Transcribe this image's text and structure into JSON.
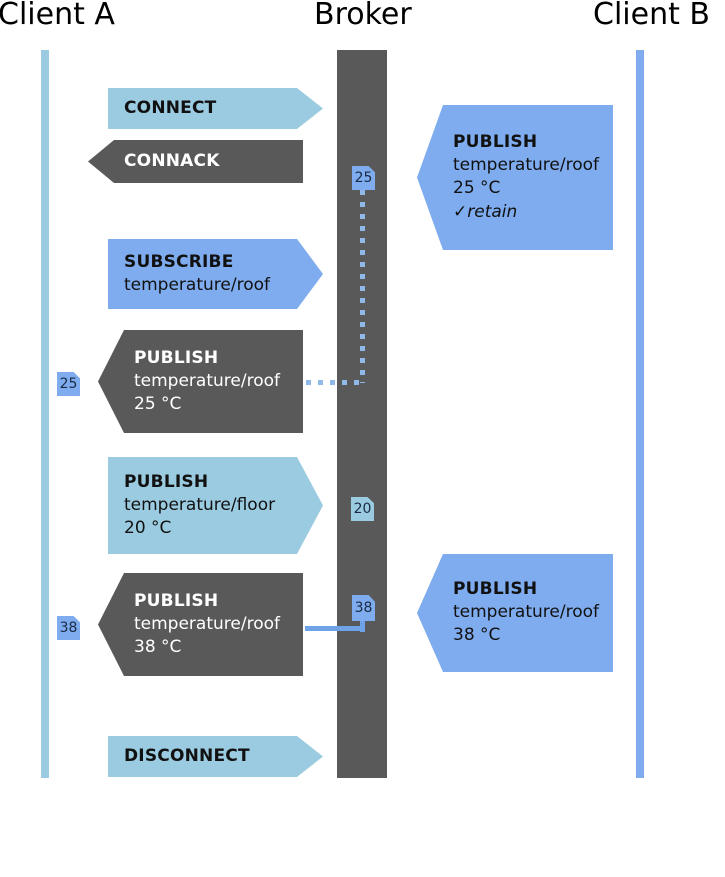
{
  "diagram": {
    "title": "MQTT publish/subscribe sequence",
    "colors": {
      "client_a_lifeline": "#9BCBE0",
      "client_b_lifeline": "#7EACEE",
      "broker_lifeline": "#595959",
      "light_blue": "#9BCBE0",
      "mid_blue": "#7EACEE",
      "dark_gray": "#595959",
      "connector_blue": "#6FA3E8"
    }
  },
  "participants": {
    "client_a": "Client A",
    "broker": "Broker",
    "client_b": "Client B"
  },
  "messages": {
    "connect": {
      "title": "CONNECT"
    },
    "connack": {
      "title": "CONNACK"
    },
    "subscribe": {
      "title": "SUBSCRIBE",
      "topic": "temperature/roof"
    },
    "publish_a_25": {
      "title": "PUBLISH",
      "topic": "temperature/roof",
      "value": "25 °C"
    },
    "publish_a_20": {
      "title": "PUBLISH",
      "topic": "temperature/floor",
      "value": "20 °C"
    },
    "publish_a_38": {
      "title": "PUBLISH",
      "topic": "temperature/roof",
      "value": "38 °C"
    },
    "disconnect": {
      "title": "DISCONNECT"
    },
    "publish_b_25": {
      "title": "PUBLISH",
      "topic": "temperature/roof",
      "value": "25 °C",
      "flag": "✓retain"
    },
    "publish_b_38": {
      "title": "PUBLISH",
      "topic": "temperature/roof",
      "value": "38 °C"
    }
  },
  "badges": {
    "broker_retained_25": "25",
    "client_received_25": "25",
    "broker_retained_20": "20",
    "broker_retained_38": "38",
    "client_received_38": "38"
  }
}
